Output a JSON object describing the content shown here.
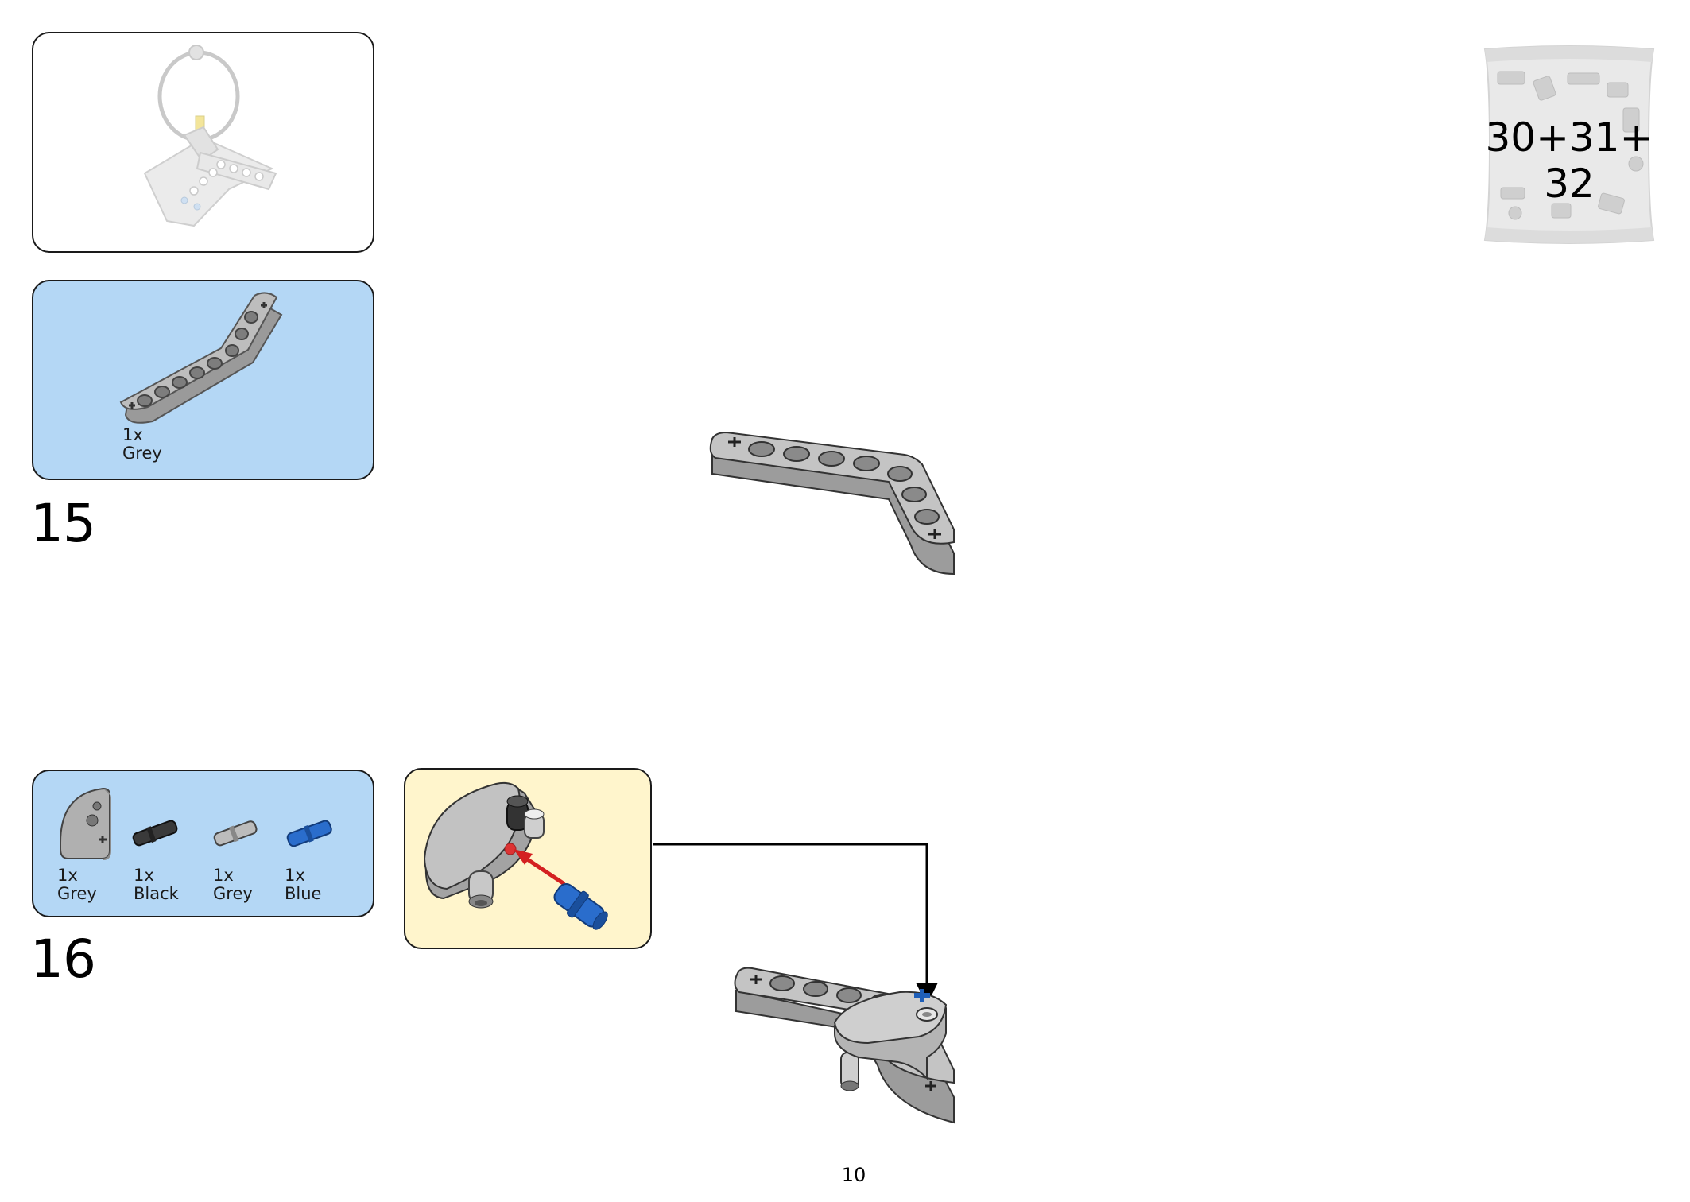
{
  "bag": {
    "line1": "30+31+",
    "line2": "32"
  },
  "step15": {
    "number": "15",
    "parts": [
      {
        "qty": "1x",
        "color": "Grey"
      }
    ]
  },
  "step16": {
    "number": "16",
    "parts": [
      {
        "qty": "1x",
        "color": "Grey"
      },
      {
        "qty": "1x",
        "color": "Black"
      },
      {
        "qty": "1x",
        "color": "Grey"
      },
      {
        "qty": "1x",
        "color": "Blue"
      }
    ]
  },
  "page": {
    "number": "10"
  },
  "colors": {
    "part_grey": "#a8a8a8",
    "part_blue": "#1f5fb8",
    "arrow_red": "#d42020",
    "panel_blue": "#b4d7f5",
    "panel_yellow": "#fff5cc"
  },
  "icons": [
    "previous-build-preview",
    "parts-bag",
    "bent-liftarm",
    "pin-connector",
    "axle-pin",
    "assembly-arrow"
  ]
}
